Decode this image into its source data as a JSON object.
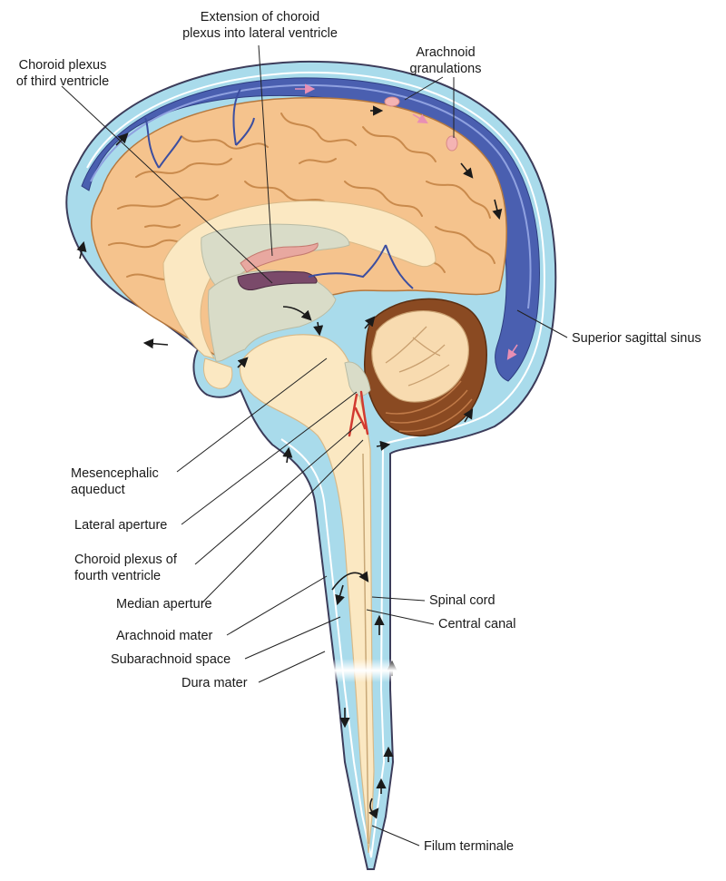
{
  "labels": {
    "extension_choroid": [
      "Extension of choroid",
      "plexus into lateral ventricle"
    ],
    "choroid_third": [
      "Choroid plexus",
      "of third ventricle"
    ],
    "arachnoid_granulations": [
      "Arachnoid",
      "granulations"
    ],
    "superior_sagittal_sinus": "Superior sagittal sinus",
    "mesencephalic_aqueduct": [
      "Mesencephalic",
      "aqueduct"
    ],
    "lateral_aperture": "Lateral aperture",
    "choroid_fourth": [
      "Choroid plexus of",
      "fourth ventricle"
    ],
    "median_aperture": "Median aperture",
    "arachnoid_mater": "Arachnoid mater",
    "subarachnoid_space": "Subarachnoid space",
    "dura_mater": "Dura mater",
    "spinal_cord": "Spinal cord",
    "central_canal": "Central canal",
    "filum_terminale": "Filum terminale"
  },
  "colors": {
    "dura_outline": "#3c3c5a",
    "csf_fluid": "#a9dbeb",
    "venous_sinus": "#4a5fb0",
    "cerebrum": "#f5c38d",
    "cerebrum_sulci": "#c98a4c",
    "brainstem": "#fbe8c2",
    "ventricle": "#d9dcc8",
    "cerebellum_dark": "#8a4a22",
    "cerebellum_light": "#f8dbb0",
    "choroid_plexus": "#e8a8a0",
    "artery": "#d23a30",
    "flow_arrow_pink": "#e88fb4"
  }
}
